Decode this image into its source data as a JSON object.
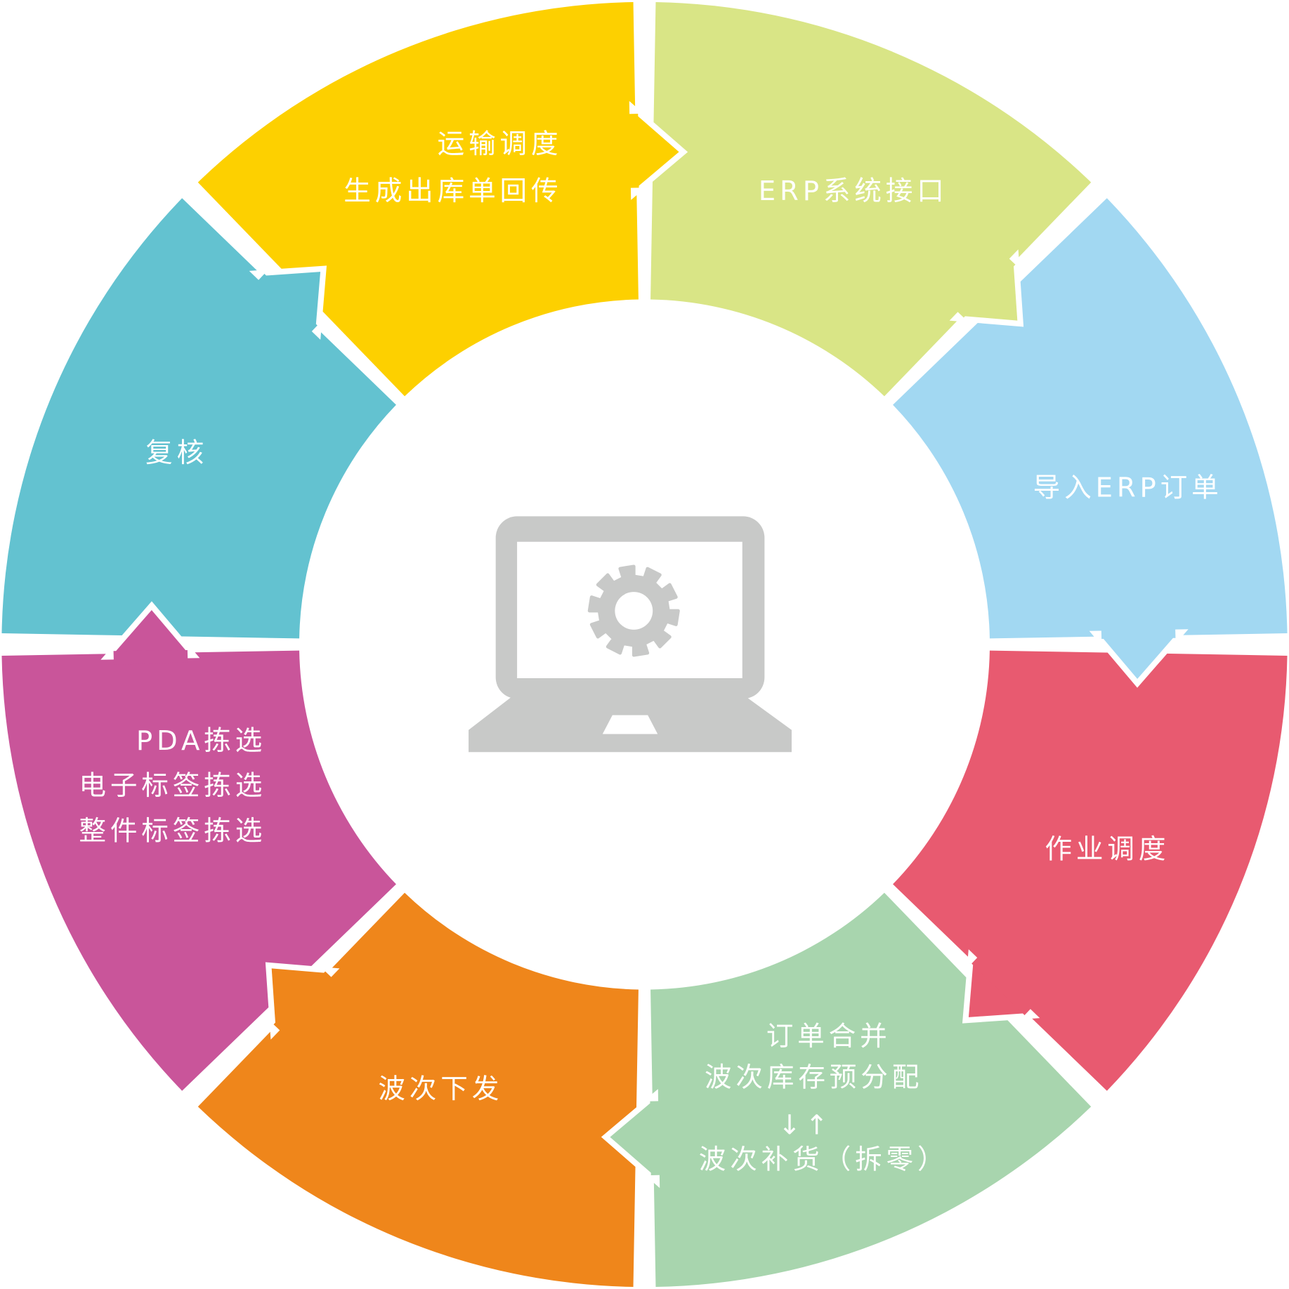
{
  "segments": [
    {
      "id": "erp-interface",
      "color": "#d9e586",
      "lines": [
        "ERP系统接口"
      ]
    },
    {
      "id": "import-erp-orders",
      "color": "#a2d8f2",
      "lines": [
        "导入ERP订单"
      ]
    },
    {
      "id": "job-scheduling",
      "color": "#e85a70",
      "lines": [
        "作业调度"
      ]
    },
    {
      "id": "order-merge",
      "color": "#a8d5ae",
      "lines": [
        "订单合并",
        "波次库存预分配",
        "波次补货（拆零）"
      ]
    },
    {
      "id": "wave-dispatch",
      "color": "#ef861b",
      "lines": [
        "波次下发"
      ]
    },
    {
      "id": "picking",
      "color": "#c9559a",
      "lines": [
        "PDA拣选",
        "电子标签拣选",
        "整件标签拣选"
      ]
    },
    {
      "id": "review",
      "color": "#63c2d0",
      "lines": [
        "复核"
      ]
    },
    {
      "id": "transport",
      "color": "#fdd000",
      "lines": [
        "运输调度",
        "生成出库单回传"
      ]
    }
  ],
  "center_icon": {
    "name": "laptop-gear-icon",
    "color": "#c8c9c8"
  },
  "flow_arrows": {
    "down": "↓",
    "up": "↑"
  }
}
